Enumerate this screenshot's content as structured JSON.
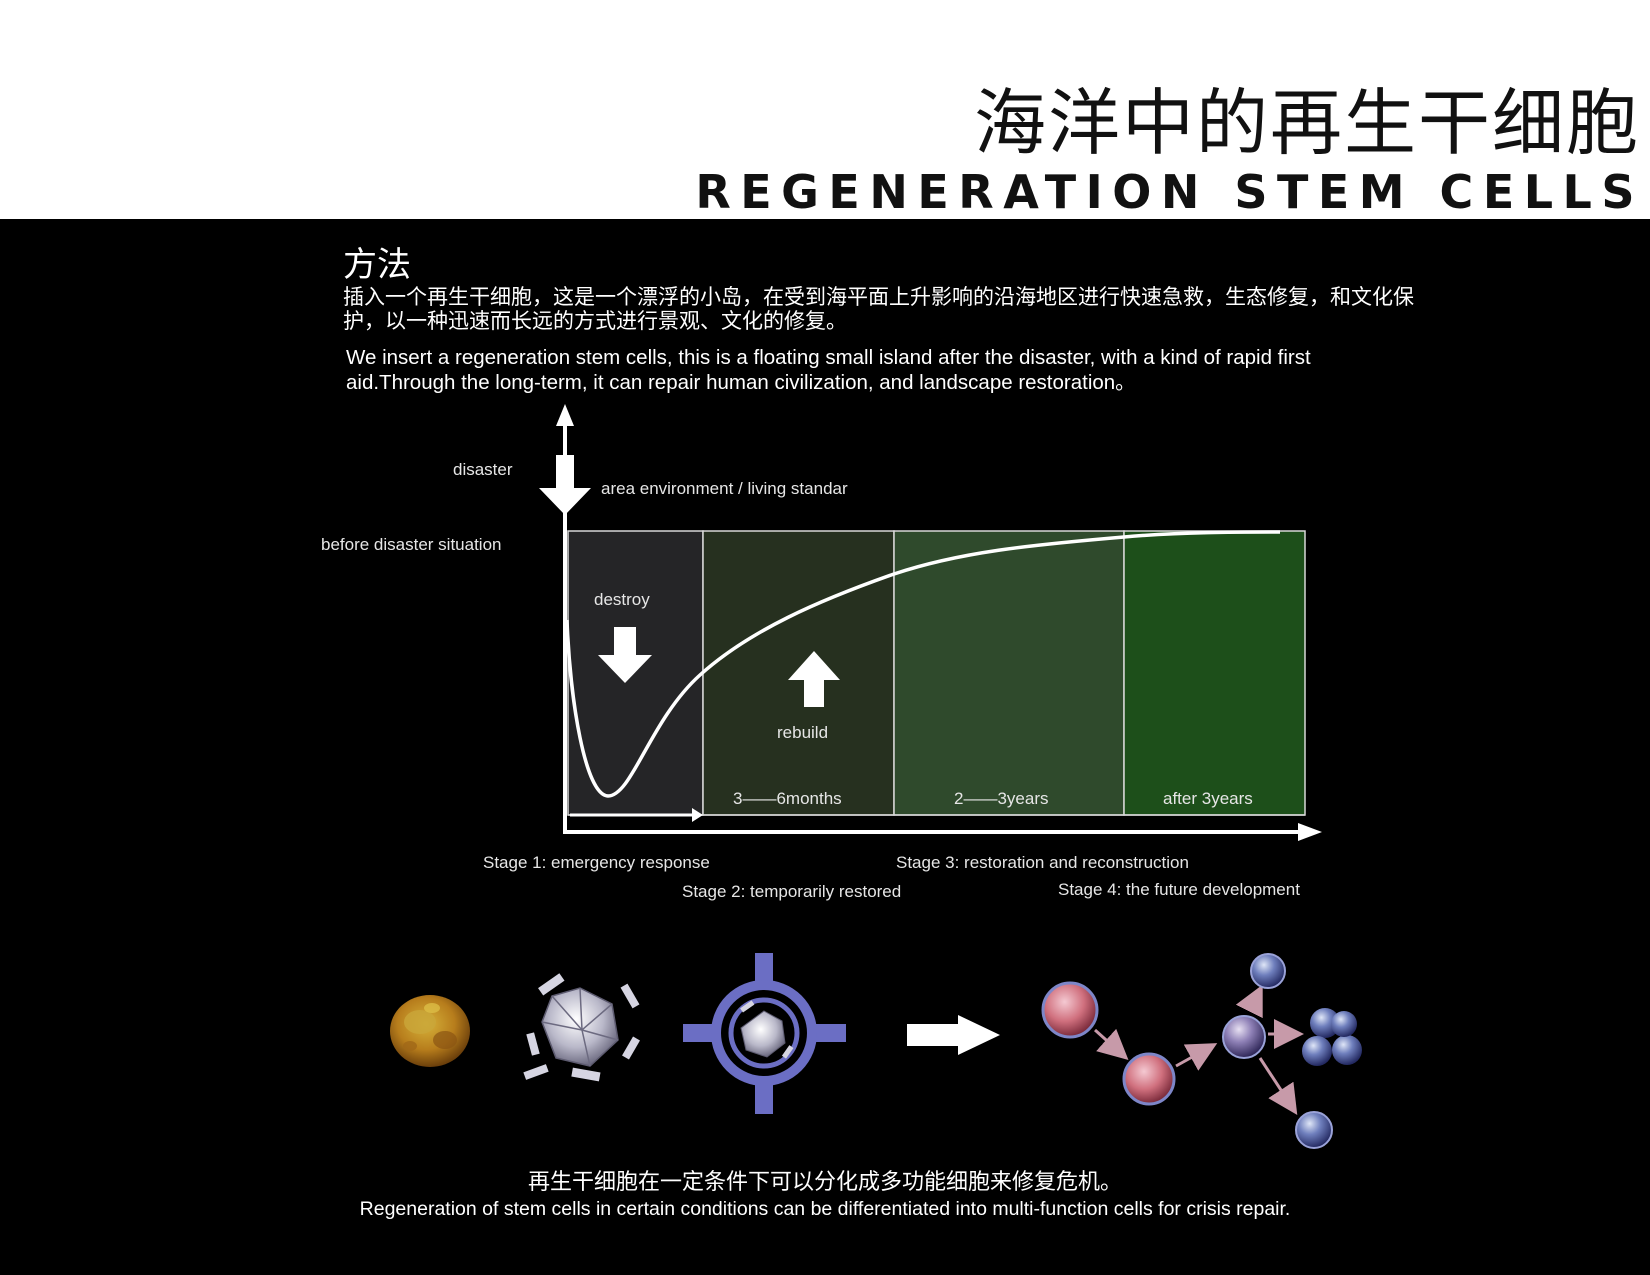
{
  "header": {
    "title_cn": "海洋中的再生干细胞",
    "title_en": "REGENERATION STEM CELLS"
  },
  "method": {
    "heading": "方法",
    "text_cn": "插入一个再生干细胞，这是一个漂浮的小岛，在受到海平面上升影响的沿海地区进行快速急救，生态修复，和文化保护，以一种迅速而长远的方式进行景观、文化的修复。",
    "text_en": "We insert a regeneration stem cells, this is a floating small island after the disaster, with a kind of rapid first aid.Through the long-term, it can repair human civilization, and landscape restoration。"
  },
  "diagram": {
    "disaster_label": "disaster",
    "y_axis_label": "area environment / living standar",
    "baseline_label": "before disaster situation",
    "destroy_label": "destroy",
    "rebuild_label": "rebuild",
    "stages": [
      {
        "duration": "",
        "name": "Stage 1: emergency response",
        "color": "#252527"
      },
      {
        "duration": "3——6months",
        "name": "Stage 2: temporarily restored",
        "color": "#26301f"
      },
      {
        "duration": "2——3years",
        "name": "Stage 3: restoration and reconstruction",
        "color": "#2f4a2c"
      },
      {
        "duration": "after 3years",
        "name": "Stage 4: the future development",
        "color": "#1d4f1a"
      }
    ],
    "cell_icons": [
      "raw-cell-icon",
      "floating-island-cell-icon",
      "targeted-island-icon",
      "right-arrow-icon",
      "cell-differentiation-icon"
    ]
  },
  "caption": {
    "text_cn": "再生干细胞在一定条件下可以分化成多功能细胞来修复危机。",
    "text_en": "Regeneration of stem cells in certain conditions can be differentiated into multi-function cells for crisis repair."
  }
}
